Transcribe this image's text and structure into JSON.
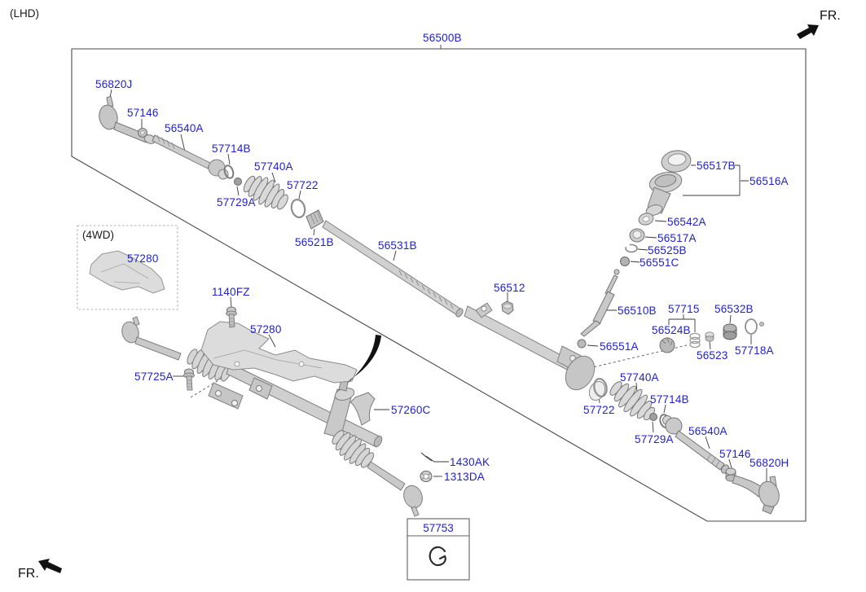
{
  "page": {
    "drive_variant": "(LHD)",
    "front_marker_top": "FR.",
    "front_marker_bottom": "FR.",
    "label_color": "#1e1ed2",
    "line_color": "#3a3a3a"
  },
  "diagram": {
    "assembly_code": "56500B",
    "four_wheel_drive_tag": "(4WD)",
    "reference_box_code": "57753",
    "callouts": [
      {
        "code": "56820J"
      },
      {
        "code": "57146"
      },
      {
        "code": "56540A"
      },
      {
        "code": "57714B"
      },
      {
        "code": "57740A"
      },
      {
        "code": "57722"
      },
      {
        "code": "57729A"
      },
      {
        "code": "56521B"
      },
      {
        "code": "56531B"
      },
      {
        "code": "56512"
      },
      {
        "code": "56510B"
      },
      {
        "code": "56551A"
      },
      {
        "code": "57715"
      },
      {
        "code": "56524B"
      },
      {
        "code": "56532B"
      },
      {
        "code": "56523"
      },
      {
        "code": "57718A"
      },
      {
        "code": "56517B"
      },
      {
        "code": "56516A"
      },
      {
        "code": "56542A"
      },
      {
        "code": "56517A"
      },
      {
        "code": "56525B"
      },
      {
        "code": "56551C"
      },
      {
        "code": "57740A"
      },
      {
        "code": "57722"
      },
      {
        "code": "57714B"
      },
      {
        "code": "57729A"
      },
      {
        "code": "56540A"
      },
      {
        "code": "57146"
      },
      {
        "code": "56820H"
      },
      {
        "code": "57280"
      },
      {
        "code": "57280"
      },
      {
        "code": "1140FZ"
      },
      {
        "code": "57725A"
      },
      {
        "code": "57260C"
      },
      {
        "code": "1430AK"
      },
      {
        "code": "1313DA"
      }
    ]
  }
}
